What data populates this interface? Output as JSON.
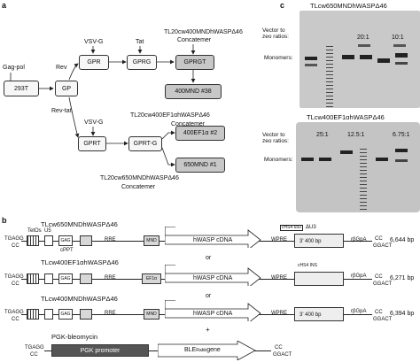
{
  "panels": {
    "a": "a",
    "b": "b",
    "c": "c"
  },
  "flow": {
    "gag_pol": "Gag-pol",
    "rev": "Rev",
    "rev_tat": "Rev-tat",
    "vsvg_top": "VSV-G",
    "tat": "Tat",
    "vsvg_mid": "VSV-G",
    "cell_293t": "293T",
    "gp": "GP",
    "gpr": "GPR",
    "gprg": "GPRG",
    "gprgt": "GPRGT",
    "mnd38": "400MND #38",
    "gprt": "GPRT",
    "gprtg": "GPRT-G",
    "ef1a2": "400EF1α #2",
    "mnd1": "650MND #1",
    "concat_top": "TL20cw400MNDhWASPΔ46",
    "concat_top_sub": "Concatemer",
    "concat_mid": "TL20cw400EF1αhWASPΔ46",
    "concat_mid_sub": "Concatemer",
    "concat_bot": "TL20cw650MNDhWASPΔ46",
    "concat_bot_sub": "Concatemer"
  },
  "gels": {
    "top_title": "TLcw650MNDhWASPΔ46",
    "top_ratio_label": "Vector to\nzeo ratios:",
    "top_ratios": [
      "20:1",
      "10:1"
    ],
    "top_monomers": "Monomers:",
    "bottom_title": "TLcw400EF1αhWASPΔ46",
    "bottom_ratio_label": "Vector to\nzeo ratios:",
    "bottom_ratios": [
      "25:1",
      "12.5:1",
      "6.75:1"
    ],
    "bottom_monomers": "Monomers:"
  },
  "constructs": [
    {
      "name": "TLcw650MNDhWASPΔ46",
      "promoter": "MND",
      "gene": "hWASP cDNA",
      "size": "6,644 bp"
    },
    {
      "name": "TLcw400EF1αhWASPΔ46",
      "promoter": "EF1α",
      "gene": "hWASP cDNA",
      "size": "6,271 bp"
    },
    {
      "name": "TLcw400MNDhWASPΔ46",
      "promoter": "MND",
      "gene": "hWASP cDNA",
      "size": "6,394 bp"
    }
  ],
  "labels": {
    "tet": "TetOs",
    "u5": "U5",
    "gag": "GAG",
    "psi": "Psi",
    "cppt": "cPPT",
    "rre": "RRE",
    "wpre": "WPRE",
    "insulator": "cHS4 INS",
    "du3": "ΔU3",
    "du3_size": "3' 400 bp",
    "hs4_box": "cHS4 650",
    "rbgpa": "rβGpA",
    "tgagg": "TGAGG",
    "cc_l": "CC",
    "cc_r": "CC",
    "ggact": "GGACT",
    "or": "or",
    "plus": "+",
    "pgk_title": "PGK-bleomycin",
    "pgk_promoter": "PGK promoter",
    "ble": "BLE",
    "ble_sub": "Rabb",
    "gene_word": "gene"
  }
}
